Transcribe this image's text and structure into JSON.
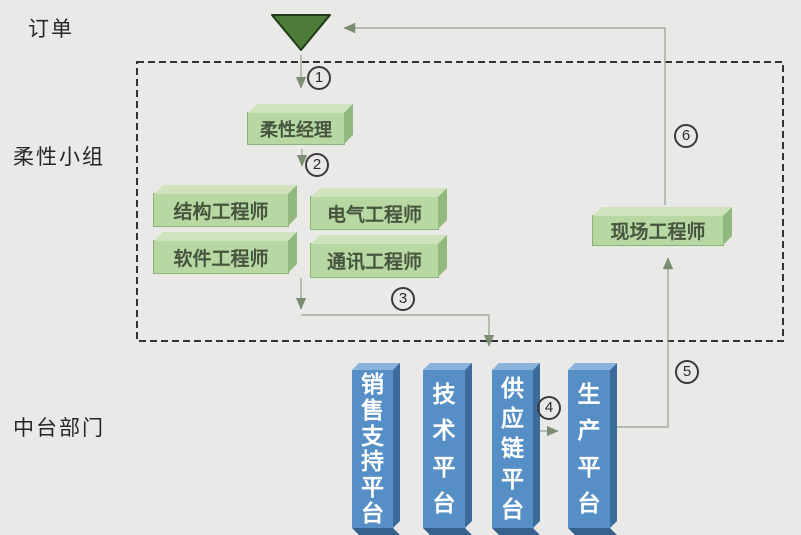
{
  "labels": {
    "order": "订单",
    "flex_team": "柔性小组",
    "middle_platform": "中台部门"
  },
  "nodes": {
    "manager": "柔性经理",
    "engineers": [
      "结构工程师",
      "电气工程师",
      "软件工程师",
      "通讯工程师"
    ],
    "field_engineer": "现场工程师",
    "platforms": [
      "销售支持平台",
      "技术平台",
      "供应链平台",
      "生产平台"
    ]
  },
  "steps": [
    "1",
    "2",
    "3",
    "4",
    "5",
    "6"
  ],
  "colors": {
    "background": "#e9e9e7",
    "green_box": "#b7d8a3",
    "green_box_top": "#cfe4bc",
    "green_box_side": "#92b97d",
    "blue_box": "#568fc6",
    "blue_box_top": "#8ab4dc",
    "blue_box_side": "#3a6b9a",
    "order_triangle": "#4d7c39",
    "connector_line": "#a3b09b",
    "dashed_border": "#333333"
  }
}
